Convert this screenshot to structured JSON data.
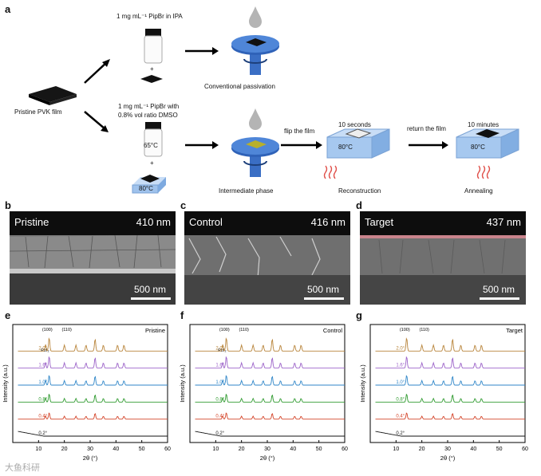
{
  "panel_a": {
    "label": "a",
    "pristine_film": "Pristine PVK film",
    "top_solution": "1 mg mL⁻¹ PipBr in IPA",
    "plus": "+",
    "conventional": "Conventional passivation",
    "bottom_solution_line1": "1 mg mL⁻¹ PipBr with",
    "bottom_solution_line2": "0.8% vol ratio DMSO",
    "vial_temp": "65°C",
    "hotplate_temp": "80°C",
    "intermediate": "Intermediate phase",
    "flip": "flip the film",
    "ten_seconds": "10 seconds",
    "return": "return the film",
    "ten_minutes": "10 minutes",
    "reconstruction": "Reconstruction",
    "annealing": "Annealing"
  },
  "sem": [
    {
      "label": "b",
      "title": "Pristine",
      "thickness": "410 nm",
      "scale": "500 nm"
    },
    {
      "label": "c",
      "title": "Control",
      "thickness": "416 nm",
      "scale": "500 nm"
    },
    {
      "label": "d",
      "title": "Target",
      "thickness": "437 nm",
      "scale": "500 nm"
    }
  ],
  "chart_data": [
    {
      "type": "line",
      "panel": "e",
      "title": "Pristine",
      "xlabel": "2θ (°)",
      "ylabel": "Intensity (a.u.)",
      "xlim": [
        0,
        60
      ],
      "xticks": [
        10,
        20,
        30,
        40,
        50,
        60
      ],
      "peak_labels": [
        "(100)",
        "(110)",
        "PbI₂"
      ],
      "series": [
        {
          "name": "0.2°",
          "color": "#111111"
        },
        {
          "name": "0.4°",
          "color": "#d4452a"
        },
        {
          "name": "0.8°",
          "color": "#2e9a2e"
        },
        {
          "name": "1.0°",
          "color": "#2f86c8"
        },
        {
          "name": "1.6°",
          "color": "#9b62c8"
        },
        {
          "name": "2.0°",
          "color": "#b8843a"
        }
      ]
    },
    {
      "type": "line",
      "panel": "f",
      "title": "Control",
      "xlabel": "2θ (°)",
      "ylabel": "Intensity (a.u.)",
      "xlim": [
        0,
        60
      ],
      "xticks": [
        10,
        20,
        30,
        40,
        50,
        60
      ],
      "peak_labels": [
        "(100)",
        "(110)",
        "PbI₂"
      ],
      "series": [
        {
          "name": "0.2°",
          "color": "#111111"
        },
        {
          "name": "0.4°",
          "color": "#d4452a"
        },
        {
          "name": "0.8°",
          "color": "#2e9a2e"
        },
        {
          "name": "1.0°",
          "color": "#2f86c8"
        },
        {
          "name": "1.6°",
          "color": "#9b62c8"
        },
        {
          "name": "2.0°",
          "color": "#b8843a"
        }
      ]
    },
    {
      "type": "line",
      "panel": "g",
      "title": "Target",
      "xlabel": "2θ (°)",
      "ylabel": "Intensity (a.u.)",
      "xlim": [
        0,
        60
      ],
      "xticks": [
        10,
        20,
        30,
        40,
        50,
        60
      ],
      "peak_labels": [
        "(100)",
        "(110)"
      ],
      "series": [
        {
          "name": "0.2°",
          "color": "#111111"
        },
        {
          "name": "0.4°",
          "color": "#d4452a"
        },
        {
          "name": "0.8°",
          "color": "#2e9a2e"
        },
        {
          "name": "1.0°",
          "color": "#2f86c8"
        },
        {
          "name": "1.6°",
          "color": "#9b62c8"
        },
        {
          "name": "2.0°",
          "color": "#b8843a"
        }
      ]
    }
  ],
  "watermark": "大鱼科研"
}
